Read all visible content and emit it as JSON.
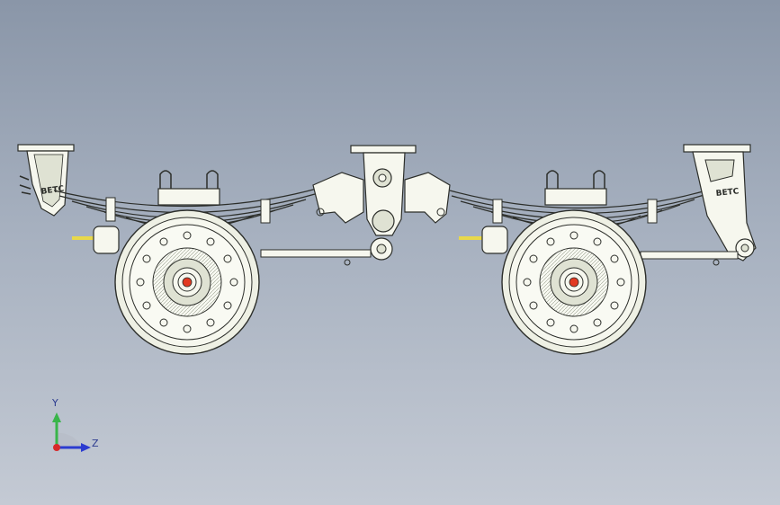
{
  "app": {
    "viewport_background": [
      "#8a96a8",
      "#c4cad4"
    ],
    "model_stroke": "#2c2e2a",
    "model_fill": "#f6f7ee",
    "model_shade": "#dfe2d3",
    "accent_color": "#e23a22"
  },
  "triad": {
    "y_label": "Y",
    "z_label": "Z",
    "y_color": "#39b54a",
    "z_color": "#2b3bd0",
    "x_color": "#d62a2a"
  },
  "model": {
    "logo_left": "BETC",
    "logo_right": "BETC"
  }
}
